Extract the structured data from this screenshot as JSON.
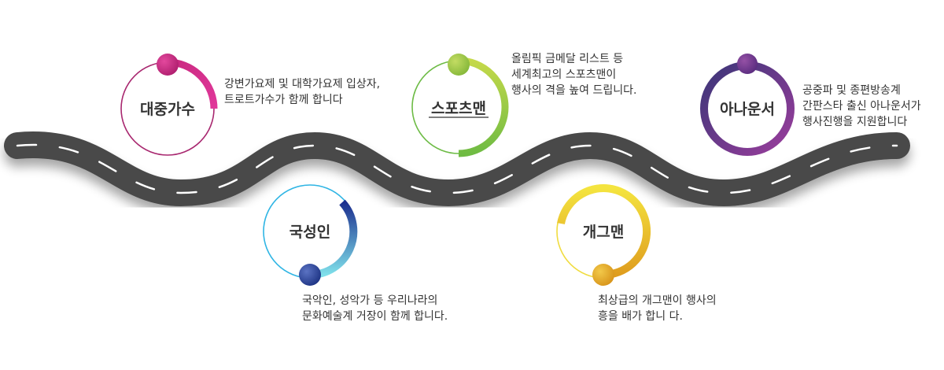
{
  "nodes": [
    {
      "label": "대중가수",
      "desc": [
        "강변가요제 및 대학가요제 입상자,",
        "트로트가수가 함께 합니다"
      ],
      "ring_color": "#b02a78",
      "arc_color": "#d12f89",
      "dot_color": "#c9287f"
    },
    {
      "label": "스포츠맨",
      "desc": [
        "올림픽 금메달  리스트 등",
        "세계최고의 스포츠맨이",
        "행사의 격을 높여 드립니다."
      ],
      "ring_color": "#73c044",
      "arc_color": "#8dc63f",
      "dot_color": "#9cc94a"
    },
    {
      "label": "아나운서",
      "desc": [
        "공중파 및 종편방송계",
        "간판스타 출신 아나운서가",
        "행사진행을 지원합니다"
      ],
      "ring_color": "#3d3376",
      "arc_color": "#8b3a97",
      "dot_color": "#7b3c94"
    },
    {
      "label": "국성인",
      "desc": [
        "국악인, 성악가 등 우리나라의",
        "문화예술계 거장이 함께 합니다."
      ],
      "ring_color": "#2fb5e4",
      "arc_color": "#1c3b97",
      "dot_color": "#2b4aa0"
    },
    {
      "label": "개그맨",
      "desc": [
        "최상급의 개그맨이 행사의",
        "흥을 배가 합니 다."
      ],
      "ring_color": "#f2dc3c",
      "arc_color": "#e0a722",
      "dot_color": "#e3ac25"
    }
  ],
  "colors": {
    "road": "#4a4a4a",
    "road_marking": "#ffffff",
    "text": "#333333"
  }
}
